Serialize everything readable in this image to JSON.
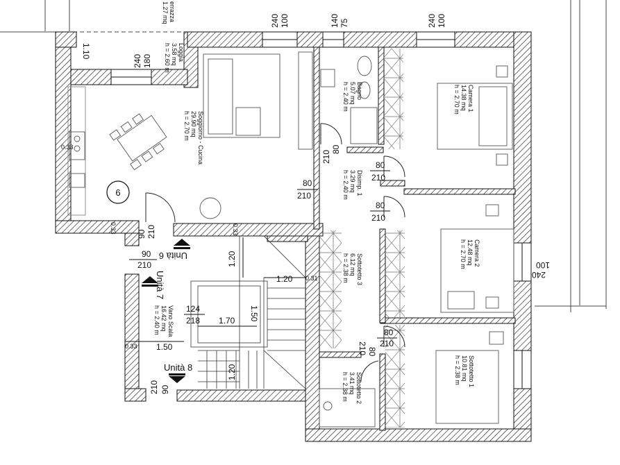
{
  "rooms": {
    "terrazza": {
      "name": "errazza",
      "area": "1.27 mq"
    },
    "loggia": {
      "name": "Loggia",
      "area": "3.58 mq",
      "height": "h = 2.60 m"
    },
    "soggiorno": {
      "name": "Soggiorno - Cucina",
      "area": "29.90 mq",
      "height": "h = 2.70 m"
    },
    "bagno": {
      "name": "Bagno",
      "area": "5.07 mq",
      "height": "h = 2.40 m"
    },
    "camera1": {
      "name": "Camera 1",
      "area": "14.38 mq",
      "height": "h = 2.70 m"
    },
    "disimp": {
      "name": "Disimp. 1",
      "area": "3.29 mq",
      "height": "h = 2.40 m"
    },
    "camera2": {
      "name": "Camera 2",
      "area": "12.48 mq",
      "height": "h = 2.70 m"
    },
    "sottotetto3": {
      "name": "Sottotetto 3",
      "area": "6.12 mq",
      "height": "h = 2.38 m"
    },
    "vano_scala": {
      "name": "Vano Scala",
      "area": "16.42 mq",
      "height": "h = 2.40 m"
    },
    "sottotetto2": {
      "name": "Sottotetto 2",
      "area": "3.41 mq",
      "height": "h = 2.38 m"
    },
    "sottotetto1": {
      "name": "Sottotetto 1",
      "area": "10.81 mq",
      "height": "h = 2.38 m"
    }
  },
  "units": {
    "u6": "Unità 6",
    "u7": "Unità 7",
    "u8": "Unità 8"
  },
  "unit_marker": "6",
  "openings": {
    "top_window_1": {
      "w": "100",
      "h": "240"
    },
    "top_window_2": {
      "w": "75",
      "h": "140"
    },
    "top_window_3": {
      "w": "100",
      "h": "240"
    },
    "loggia_window": {
      "w": "180",
      "h": "240"
    },
    "loggia_dim": "1.10",
    "bagno_door": {
      "w": "80",
      "h": "210"
    },
    "soggiorno_door": {
      "w": "80",
      "h": "210"
    },
    "camera1_door": {
      "w": "80",
      "h": "210"
    },
    "camera2_door": {
      "w": "80",
      "h": "210"
    },
    "sottotetto1_door": {
      "w": "80",
      "h": "210"
    },
    "sottotetto2_door": {
      "w": "80",
      "h": "210"
    },
    "camera2_window": {
      "w": "100",
      "h": "240"
    },
    "entry6": {
      "w": "90",
      "h": "210"
    },
    "entry6b": {
      "w": "90",
      "h": "210"
    },
    "entry8": {
      "w": "90",
      "h": "210"
    },
    "lift": {
      "w": "124",
      "h": "218"
    }
  },
  "stair_dims": {
    "d120a": "1.20",
    "d120b": "1.20",
    "d120c": "1.20",
    "d150a": "1.50",
    "d150b": "1.50",
    "d170": "1.70",
    "d033a": "0.33",
    "d033b": "0.33",
    "d033c": "0.33",
    "d033d": "0.33",
    "d031": "0.31"
  }
}
